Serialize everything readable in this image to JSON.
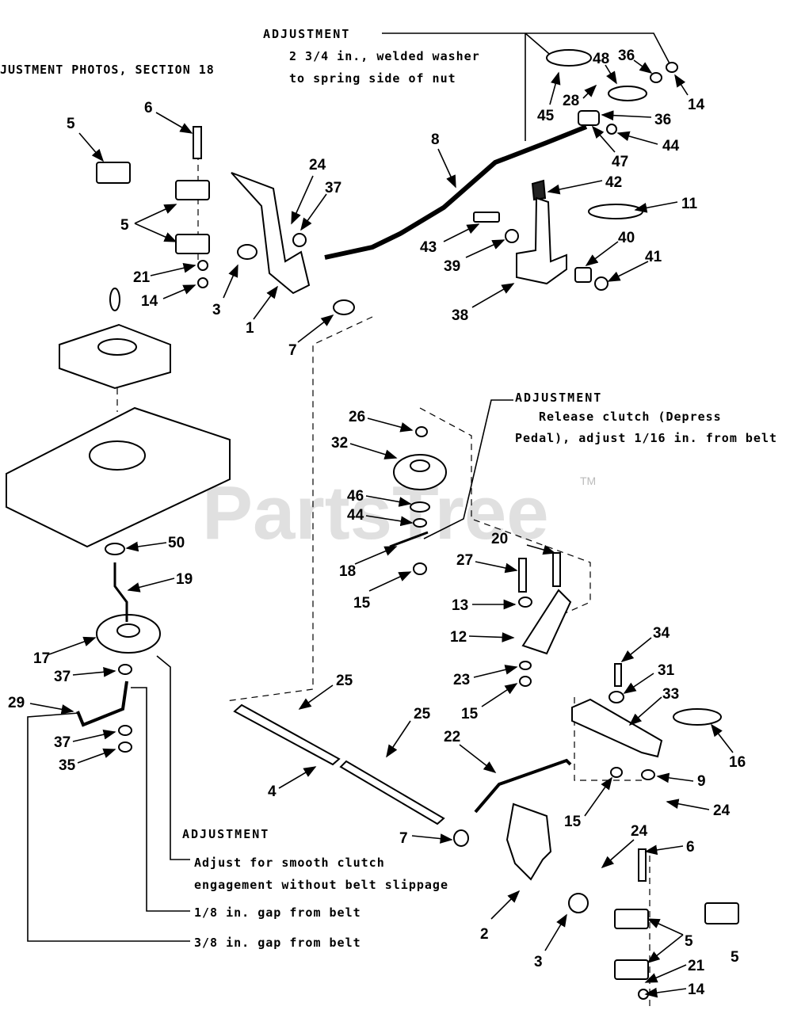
{
  "header_note": "JUSTMENT PHOTOS, SECTION 18",
  "notes": {
    "adj1_head": "ADJUSTMENT",
    "adj1_line1": "2 3/4 in., welded washer",
    "adj1_line2": "to spring side of nut",
    "adj2_head": "ADJUSTMENT",
    "adj2_line1": "Release clutch (Depress",
    "adj2_line2": "Pedal), adjust 1/16 in. from belt",
    "adj3_head": "ADJUSTMENT",
    "adj3_line1": "Adjust for smooth clutch",
    "adj3_line2": "engagement without belt slippage",
    "adj3_line3": "1/8 in. gap from belt",
    "adj3_line4": "3/8 in. gap from belt"
  },
  "watermark": "PartsTree",
  "trademark": "TM",
  "callouts": {
    "c5a": "5",
    "c6a": "6",
    "c5b": "5",
    "c21a": "21",
    "c14a": "14",
    "c24a": "24",
    "c37a": "37",
    "c3a": "3",
    "c1": "1",
    "c7a": "7",
    "c8": "8",
    "c45": "45",
    "c28": "28",
    "c48": "48",
    "c36a": "36",
    "c14b": "14",
    "c36b": "36",
    "c47": "47",
    "c44a": "44",
    "c42": "42",
    "c11": "11",
    "c43": "43",
    "c39": "39",
    "c40": "40",
    "c41": "41",
    "c38": "38",
    "c26": "26",
    "c32": "32",
    "c46": "46",
    "c44b": "44",
    "c18": "18",
    "c15a": "15",
    "c50": "50",
    "c19": "19",
    "c17": "17",
    "c37b": "37",
    "c29": "29",
    "c37c": "37",
    "c35": "35",
    "c20": "20",
    "c27": "27",
    "c13": "13",
    "c12": "12",
    "c23": "23",
    "c15b": "15",
    "c34": "34",
    "c31": "31",
    "c33": "33",
    "c16": "16",
    "c9": "9",
    "c24b": "24",
    "c15c": "15",
    "c25a": "25",
    "c25b": "25",
    "c22": "22",
    "c4": "4",
    "c7b": "7",
    "c2": "2",
    "c3b": "3",
    "c24c": "24",
    "c6b": "6",
    "c5c": "5",
    "c5d": "5",
    "c21b": "21",
    "c14c": "14"
  }
}
